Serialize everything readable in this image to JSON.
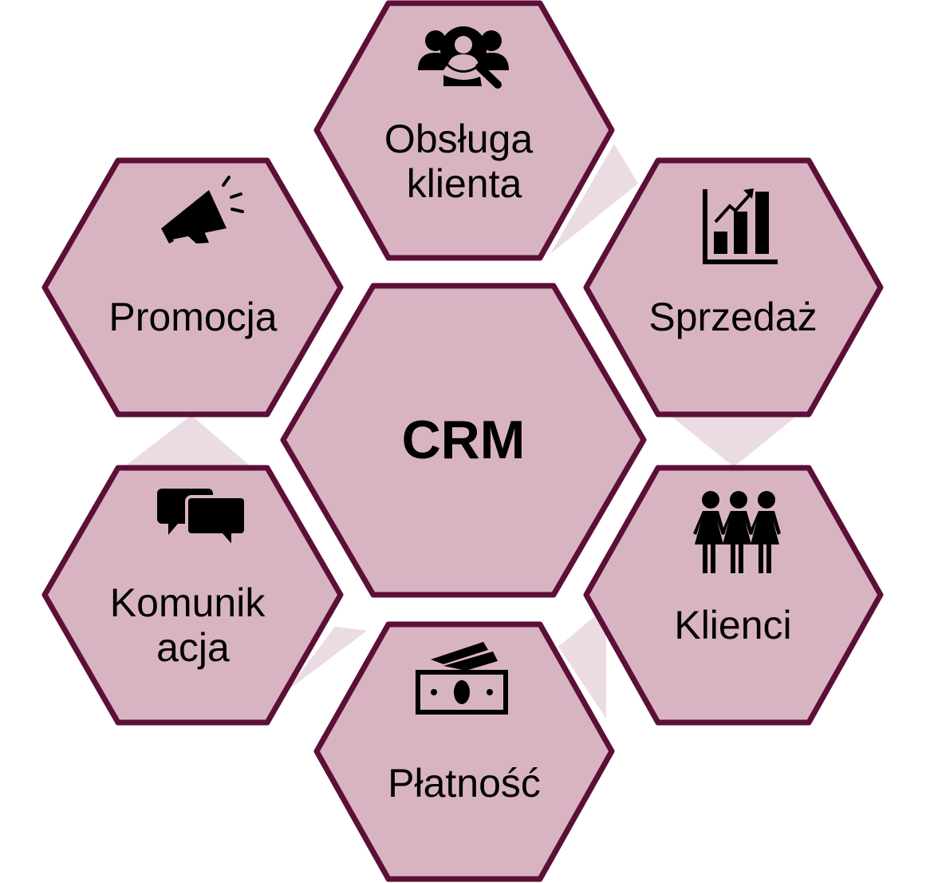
{
  "diagram": {
    "center": {
      "label": "CRM"
    },
    "nodes": [
      {
        "id": "customer-service",
        "label_lines": [
          "Obsługa",
          "klienta"
        ],
        "icon": "customer-search-icon"
      },
      {
        "id": "sales",
        "label_lines": [
          "Sprzedaż"
        ],
        "icon": "bar-chart-growth-icon"
      },
      {
        "id": "clients",
        "label_lines": [
          "Klienci"
        ],
        "icon": "people-group-icon"
      },
      {
        "id": "payment",
        "label_lines": [
          "Płatność"
        ],
        "icon": "money-bills-icon"
      },
      {
        "id": "communication",
        "label_lines": [
          "Komunik",
          "acja"
        ],
        "icon": "chat-bubbles-icon"
      },
      {
        "id": "promotion",
        "label_lines": [
          "Promocja"
        ],
        "icon": "megaphone-icon"
      }
    ]
  },
  "colors": {
    "hex_fill": "#d8b4c3",
    "hex_border": "#5c0f38",
    "connector": "#ebdbe2",
    "text": "#000000"
  }
}
